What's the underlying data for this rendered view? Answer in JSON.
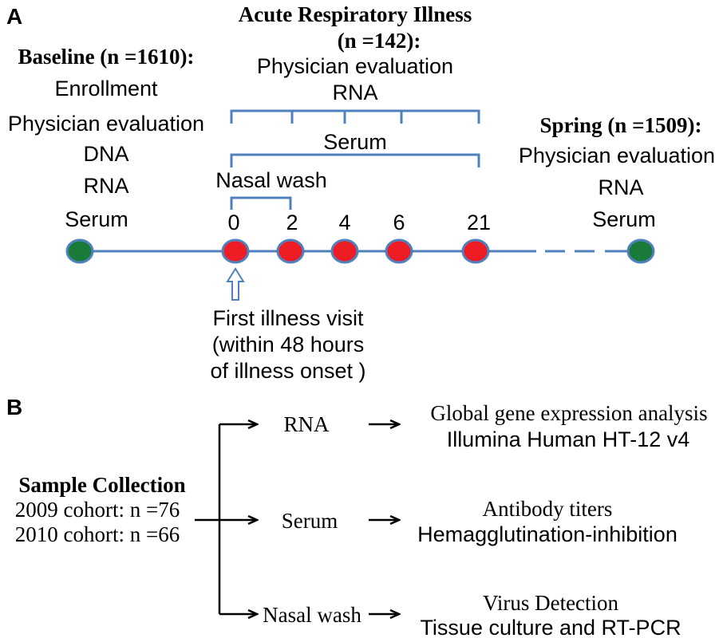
{
  "colors": {
    "timeline": "#4f81bd",
    "green_dot": "#1a7a3a",
    "red_dot": "#ee1c24",
    "rna": "#4f81bd",
    "serum": "#1a7a3a",
    "nasal": "#ed7d31",
    "text": "#000000"
  },
  "panel_a": {
    "label": "A",
    "ari_title_1": "Acute Respiratory Illness",
    "ari_title_2": "(n =142):",
    "ari_lines": [
      "Physician evaluation",
      "RNA"
    ],
    "serum_label": "Serum",
    "nasal_label": "Nasal wash",
    "baseline": {
      "title": "Baseline (n =1610):",
      "lines": [
        "Enrollment",
        "Physician evaluation",
        "DNA",
        "RNA",
        "Serum"
      ]
    },
    "spring": {
      "title": "Spring (n =1509):",
      "lines": [
        "Physician evaluation",
        "RNA",
        "Serum"
      ]
    },
    "days": [
      "0",
      "2",
      "4",
      "6",
      "21"
    ],
    "first_visit": [
      "First illness visit",
      "(within 48 hours",
      "of illness onset )"
    ]
  },
  "panel_b": {
    "label": "B",
    "sample_title": "Sample Collection",
    "cohorts": [
      "2009 cohort: n =76",
      "2010 cohort: n =66"
    ],
    "branches": [
      {
        "name": "RNA",
        "result": "Global gene expression analysis",
        "method": "Illumina Human HT-12 v4",
        "color_key": "rna"
      },
      {
        "name": "Serum",
        "result": "Antibody titers",
        "method": "Hemagglutination-inhibition",
        "color_key": "serum"
      },
      {
        "name": "Nasal wash",
        "result": "Virus Detection",
        "method": "Tissue culture and RT-PCR",
        "color_key": "nasal"
      }
    ]
  }
}
